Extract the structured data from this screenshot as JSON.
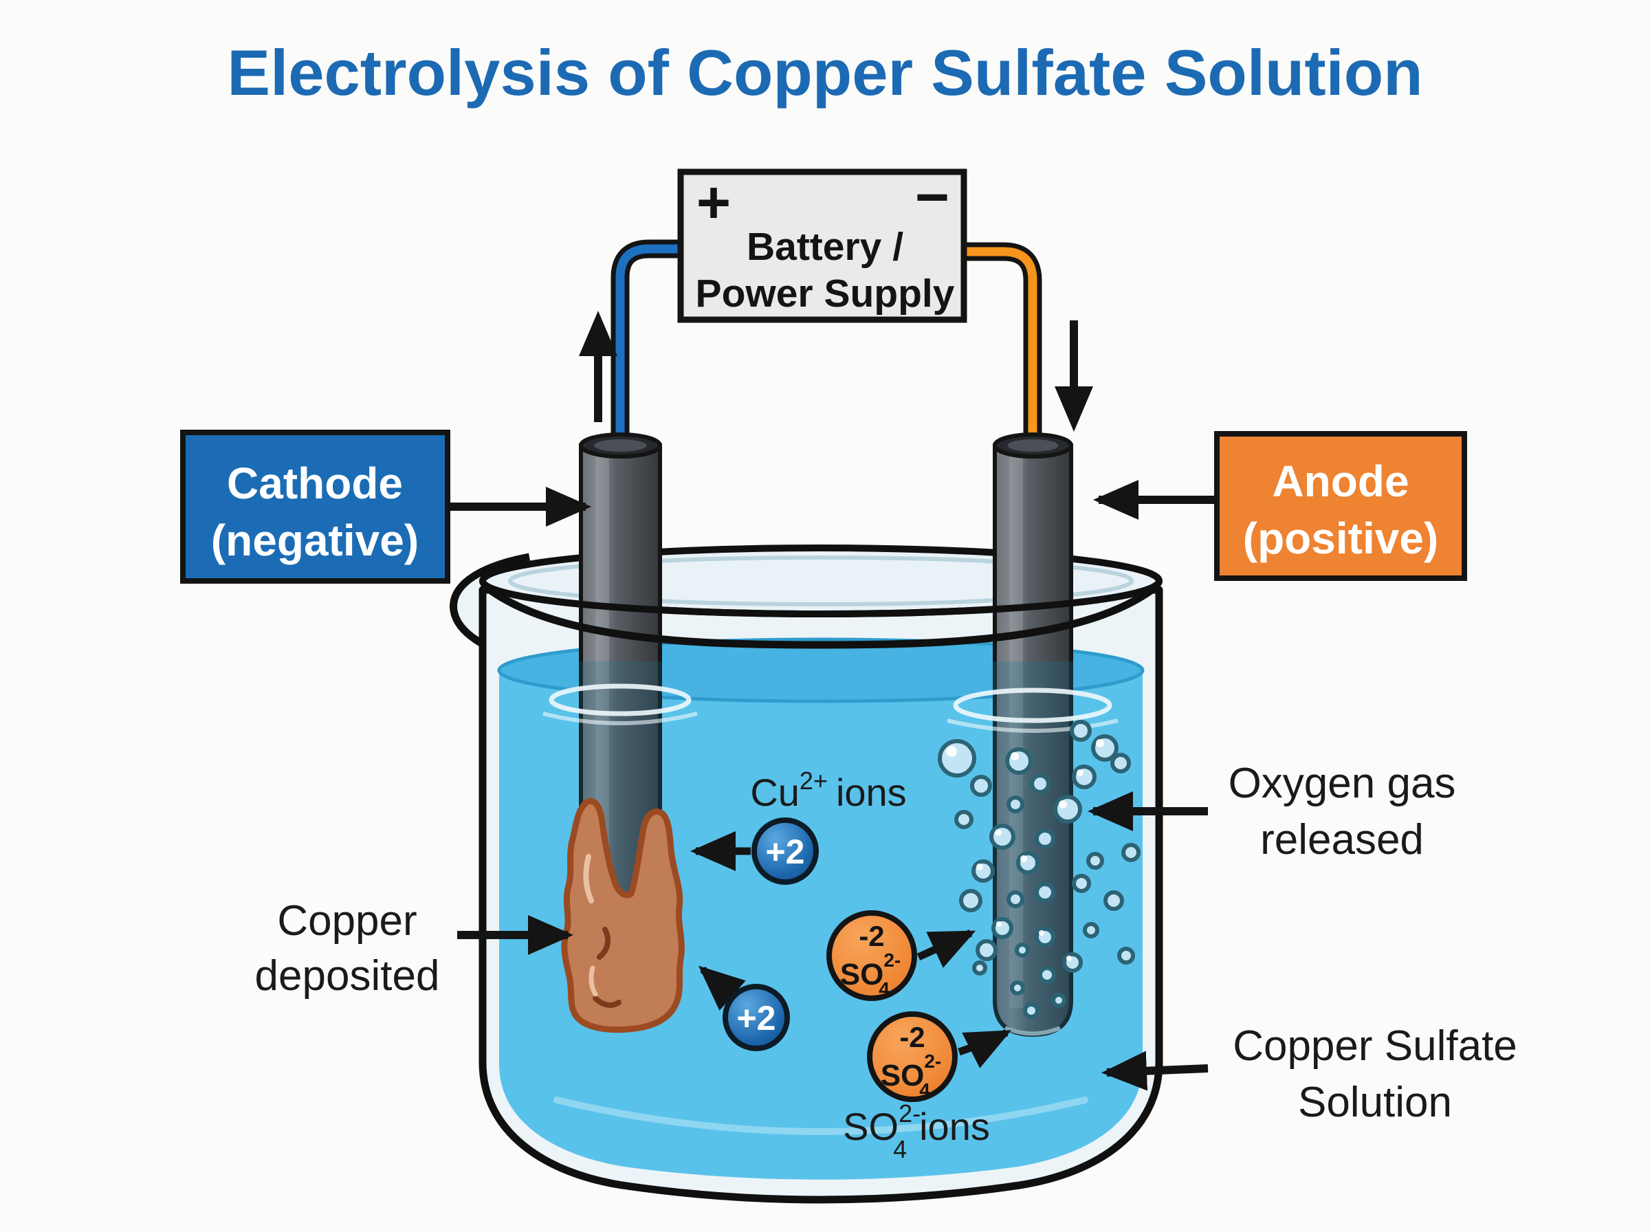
{
  "title": "Electrolysis of Copper Sulfate Solution",
  "battery": {
    "plus": "+",
    "minus": "−",
    "line1": "Battery /",
    "line2": "Power Supply"
  },
  "cathode_box": {
    "line1": "Cathode",
    "line2": "(negative)"
  },
  "anode_box": {
    "line1": "Anode",
    "line2": "(positive)"
  },
  "annotations": {
    "copper_deposited": {
      "line1": "Copper",
      "line2": "deposited"
    },
    "oxygen_gas": {
      "line1": "Oxygen gas",
      "line2": "released"
    },
    "solution": {
      "line1": "Copper Sulfate",
      "line2": "Solution"
    },
    "cu_ions": {
      "base": "Cu",
      "sup": "2+",
      "rest": "ions"
    },
    "so4_ions": {
      "base": "SO",
      "sub": "4",
      "sup": "2-",
      "rest": "ions"
    }
  },
  "ions": {
    "cu_charge": "+2",
    "so4_charge": "-2",
    "so4_formula": {
      "base": "SO",
      "sub": "4",
      "sup": "2-"
    }
  },
  "colors": {
    "title": "#1c6ab3",
    "cathode_fill": "#1b6cb4",
    "anode_fill": "#ee8331",
    "wire_negative": "#1e70c3",
    "wire_positive": "#f7941e",
    "solution": "#59c2ea",
    "solution_surface": "#46b3e2",
    "ion_positive": "#1d66ad",
    "ion_negative": "#f08a38",
    "copper_deposit": "#c17d55",
    "battery_fill": "#e9ebe9"
  }
}
